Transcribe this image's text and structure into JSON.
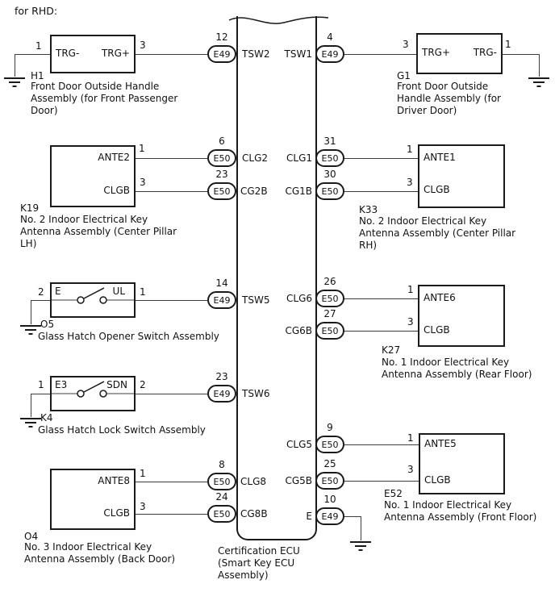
{
  "note": "for RHD:",
  "ecu": {
    "name_lines": [
      "Certification ECU",
      "(Smart Key ECU",
      "Assembly)"
    ],
    "left_connectors": [
      {
        "pin": "12",
        "connector": "E49",
        "signal": "TSW2"
      },
      {
        "pin": "6",
        "connector": "E50",
        "signal": "CLG2"
      },
      {
        "pin": "23",
        "connector": "E50",
        "signal": "CG2B"
      },
      {
        "pin": "14",
        "connector": "E49",
        "signal": "TSW5"
      },
      {
        "pin": "23",
        "connector": "E49",
        "signal": "TSW6"
      },
      {
        "pin": "8",
        "connector": "E50",
        "signal": "CLG8"
      },
      {
        "pin": "24",
        "connector": "E50",
        "signal": "CG8B"
      }
    ],
    "right_connectors": [
      {
        "pin": "4",
        "connector": "E49",
        "signal": "TSW1"
      },
      {
        "pin": "31",
        "connector": "E50",
        "signal": "CLG1"
      },
      {
        "pin": "30",
        "connector": "E50",
        "signal": "CG1B"
      },
      {
        "pin": "26",
        "connector": "E50",
        "signal": "CLG6"
      },
      {
        "pin": "27",
        "connector": "E50",
        "signal": "CG6B"
      },
      {
        "pin": "9",
        "connector": "E50",
        "signal": "CLG5"
      },
      {
        "pin": "25",
        "connector": "E50",
        "signal": "CG5B"
      },
      {
        "pin": "10",
        "connector": "E49",
        "signal": "E"
      }
    ]
  },
  "components": {
    "h1": {
      "code": "H1",
      "left_pin": "1",
      "right_pin": "3",
      "terminals": [
        "TRG-",
        "TRG+"
      ],
      "desc_lines": [
        "Front Door Outside Handle",
        "Assembly (for Front Passenger",
        "Door)"
      ]
    },
    "g1": {
      "code": "G1",
      "left_pin": "3",
      "right_pin": "1",
      "terminals": [
        "TRG+",
        "TRG-"
      ],
      "desc_lines": [
        "Front Door Outside",
        "Handle Assembly (for",
        "Driver Door)"
      ]
    },
    "k19": {
      "code": "K19",
      "pins": [
        "1",
        "3"
      ],
      "terminals": [
        "ANTE2",
        "CLGB"
      ],
      "desc_lines": [
        "No. 2 Indoor Electrical Key",
        "Antenna Assembly (Center Pillar",
        "LH)"
      ]
    },
    "k33": {
      "code": "K33",
      "pins": [
        "1",
        "3"
      ],
      "terminals": [
        "ANTE1",
        "CLGB"
      ],
      "desc_lines": [
        "No. 2 Indoor Electrical Key",
        "Antenna Assembly (Center Pillar",
        "RH)"
      ]
    },
    "o5": {
      "code": "O5",
      "left_pin": "2",
      "right_pin": "1",
      "terminals": [
        "E",
        "UL"
      ],
      "desc_lines": [
        "Glass Hatch Opener Switch Assembly"
      ]
    },
    "k4": {
      "code": "K4",
      "left_pin": "1",
      "right_pin": "2",
      "terminals": [
        "E3",
        "SDN"
      ],
      "desc_lines": [
        "Glass Hatch Lock Switch Assembly"
      ]
    },
    "o4": {
      "code": "O4",
      "pins": [
        "1",
        "3"
      ],
      "terminals": [
        "ANTE8",
        "CLGB"
      ],
      "desc_lines": [
        "No. 3 Indoor Electrical Key",
        "Antenna Assembly (Back Door)"
      ]
    },
    "k27": {
      "code": "K27",
      "pins": [
        "1",
        "3"
      ],
      "terminals": [
        "ANTE6",
        "CLGB"
      ],
      "desc_lines": [
        "No. 1 Indoor Electrical Key",
        "Antenna Assembly (Rear Floor)"
      ]
    },
    "e52": {
      "code": "E52",
      "pins": [
        "1",
        "3"
      ],
      "terminals": [
        "ANTE5",
        "CLGB"
      ],
      "desc_lines": [
        "No. 1 Indoor Electrical Key",
        "Antenna Assembly (Front Floor)"
      ]
    }
  },
  "colors": {
    "line": "#3d3d3d",
    "ink": "#1a1a1a",
    "background": "#ffffff"
  }
}
